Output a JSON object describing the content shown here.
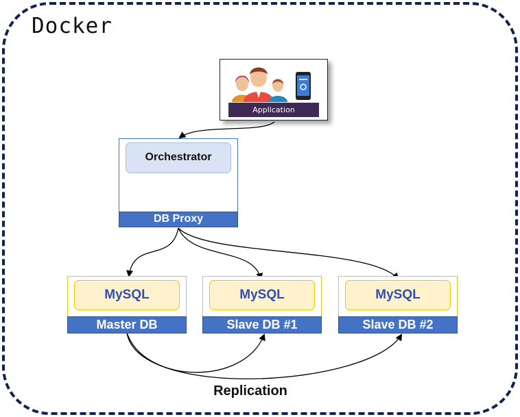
{
  "container": {
    "title": "Docker"
  },
  "application": {
    "label": "Application"
  },
  "proxy": {
    "component": "Orchestrator",
    "label": "DB Proxy"
  },
  "databases": [
    {
      "engine": "MySQL",
      "label": "Master DB"
    },
    {
      "engine": "MySQL",
      "label": "Slave DB #1"
    },
    {
      "engine": "MySQL",
      "label": "Slave DB #2"
    }
  ],
  "replication": {
    "label": "Replication"
  },
  "colors": {
    "border_dash": "#0f2350",
    "bar_blue": "#4472c4",
    "db_yellow": "#f5c400",
    "pill_yellow": "#fff2cc",
    "pill_blue": "#dae3f3",
    "app_bar": "#3f2a56"
  }
}
